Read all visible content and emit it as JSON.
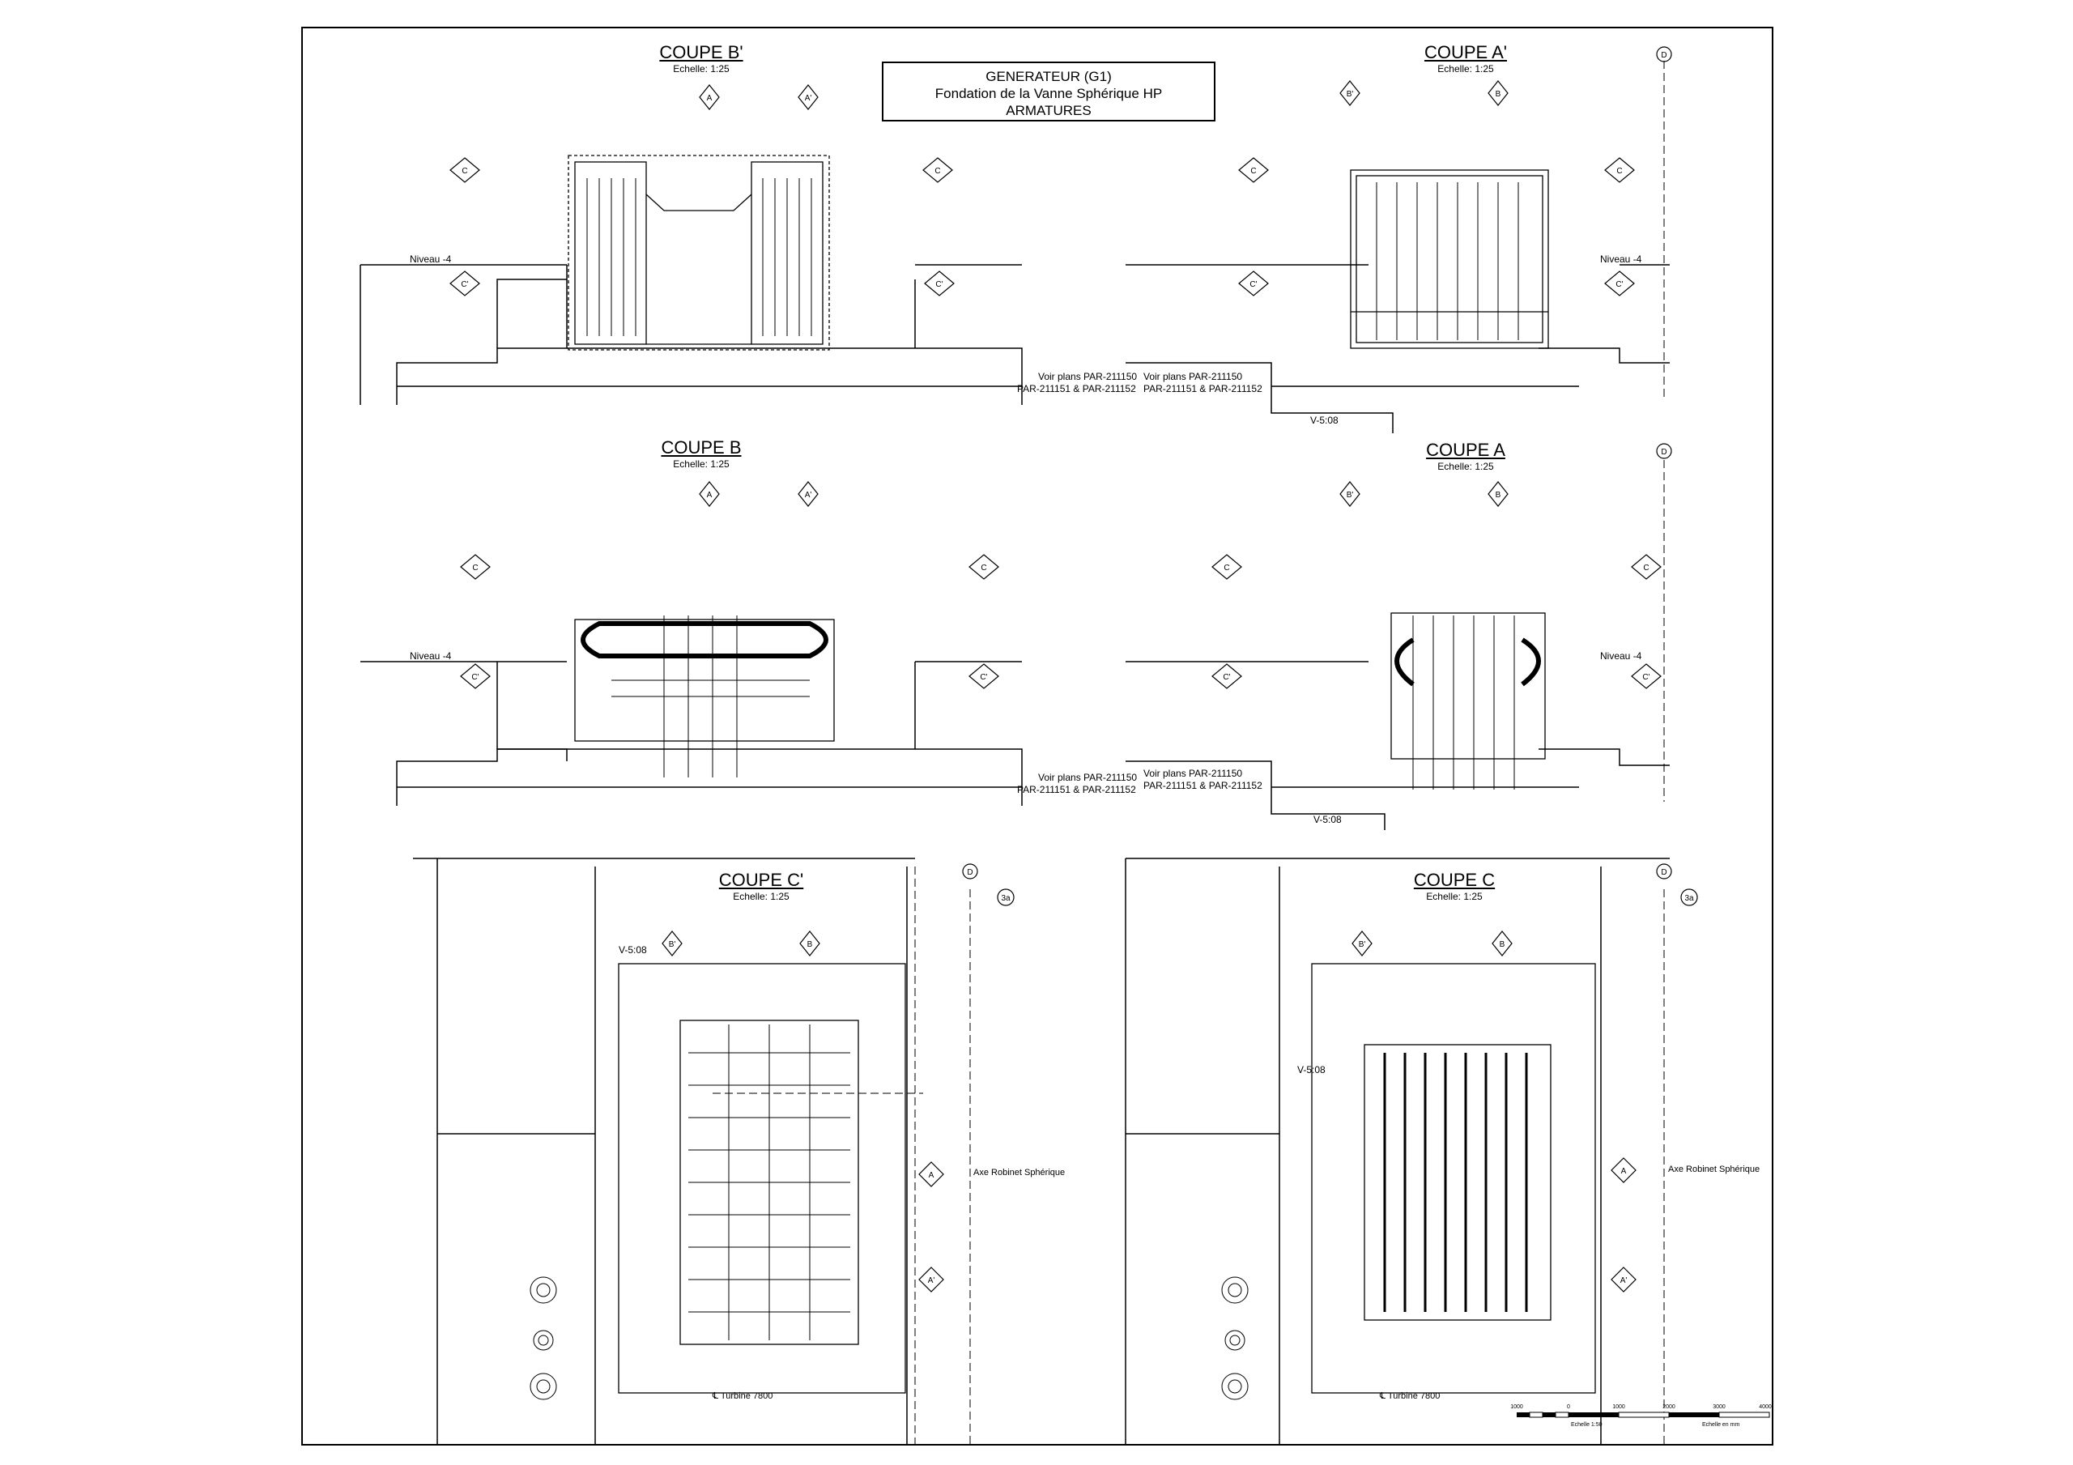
{
  "title": {
    "line1": "GENERATEUR (G1)",
    "line2": "Fondation de la Vanne Sphérique HP",
    "line3": "ARMATURES"
  },
  "sections": {
    "coupe_b_prime": {
      "name": "COUPE B'",
      "scale": "Echelle: 1:25"
    },
    "coupe_a_prime": {
      "name": "COUPE A'",
      "scale": "Echelle: 1:25"
    },
    "coupe_b": {
      "name": "COUPE B",
      "scale": "Echelle: 1:25"
    },
    "coupe_a": {
      "name": "COUPE A",
      "scale": "Echelle: 1:25"
    },
    "coupe_c_prime": {
      "name": "COUPE C'",
      "scale": "Echelle: 1:25"
    },
    "coupe_c": {
      "name": "COUPE C",
      "scale": "Echelle: 1:25"
    }
  },
  "notes": {
    "niveau": "Niveau -4",
    "voir_plans_1": "Voir plans PAR-211150",
    "voir_plans_2": "PAR-211151 & PAR-211152",
    "v508": "V-5:08",
    "axe_robinet": "Axe Robinet Sphérique",
    "turbine": "℄ Turbine 7800"
  },
  "section_marks": {
    "a": "A",
    "a_prime": "A'",
    "b": "B",
    "b_prime": "B'",
    "c": "C",
    "c_prime": "C'",
    "d": "D",
    "three_a": "3a"
  },
  "scale_bar": {
    "ticks": [
      "1000",
      "0",
      "1000",
      "2000",
      "3000",
      "4000"
    ],
    "label_left": "Echelle 1:50",
    "label_right": "Echelle en mm"
  }
}
